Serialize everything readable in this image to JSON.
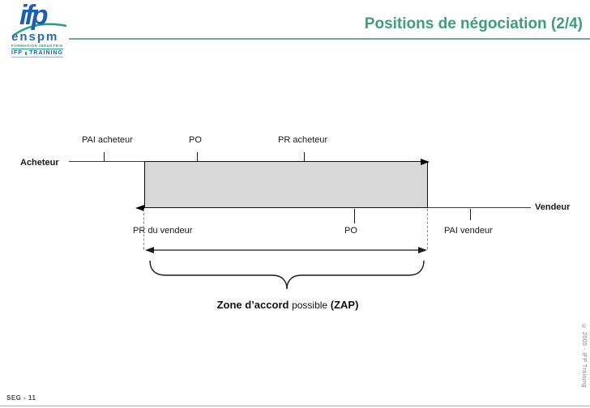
{
  "slide": {
    "title": "Positions de négociation (2/4)",
    "footer_left": "SEG - 11",
    "copyright_vertical": "© 2005 - IFP Training"
  },
  "logo": {
    "main": "ifp",
    "school": "enspm",
    "tagline": "FORMATION INDUSTRIE",
    "training_left": "IFP",
    "training_right": "TRAINING"
  },
  "diagram": {
    "buyer_axis_label": "Acheteur",
    "seller_axis_label": "Vendeur",
    "top_labels": {
      "pai_acheteur": "PAI acheteur",
      "po": "PO",
      "pr_acheteur": "PR acheteur"
    },
    "bottom_labels": {
      "pr_du_vendeur": "PR du vendeur",
      "po": "PO",
      "pai_vendeur": "PAI vendeur"
    },
    "zap_caption": {
      "bold_start": "Zone d’accord",
      "regular_middle": "possible",
      "bold_end": "(ZAP)"
    }
  },
  "colors": {
    "title_teal": "#3F9C7E",
    "header_rule": "#74A795",
    "zap_box_fill": "#D8D8D8",
    "logo_blue": "#1E5EB0",
    "logo_green": "#2E9B7A",
    "line_black": "#1a1a1a"
  }
}
